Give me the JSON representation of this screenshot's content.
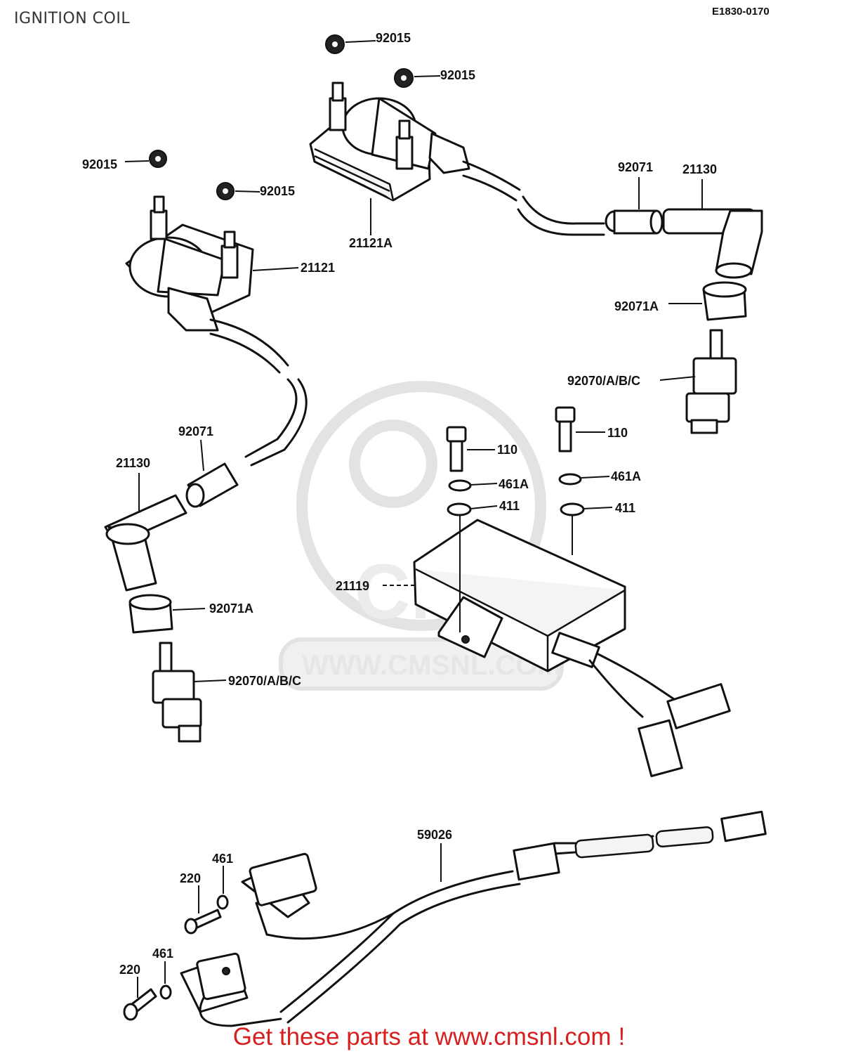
{
  "diagram": {
    "title": "IGNITION COIL",
    "reference_code": "E1830-0170",
    "watermark_url": "WWW.CMSNL.COM",
    "watermark_logo": "CMS",
    "promo_text": "Get these parts at www.cmsnl.com",
    "promo_bang": "!"
  },
  "part_labels": {
    "nut_1": "92015",
    "nut_2": "92015",
    "nut_3": "92015",
    "nut_4": "92015",
    "coil_upper": "21121A",
    "coil_lower": "21121",
    "boot_upper": "92071",
    "cap_upper": "21130",
    "seal_upper": "92071A",
    "plug_upper": "92070/A/B/C",
    "boot_lower": "92071",
    "cap_lower": "21130",
    "seal_lower": "92071A",
    "plug_lower": "92070/A/B/C",
    "bolt_left": "110",
    "bolt_right": "110",
    "lockwasher_left": "461A",
    "lockwasher_right": "461A",
    "washer_left": "411",
    "washer_right": "411",
    "igniter": "21119",
    "harness": "59026",
    "screw_upper": "220",
    "screw_lower": "220",
    "lockwasher_pickup_upper": "461",
    "lockwasher_pickup_lower": "461"
  },
  "colors": {
    "ink": "#111111",
    "promo": "#d81f1f",
    "watermark": "#e3e3e3"
  }
}
